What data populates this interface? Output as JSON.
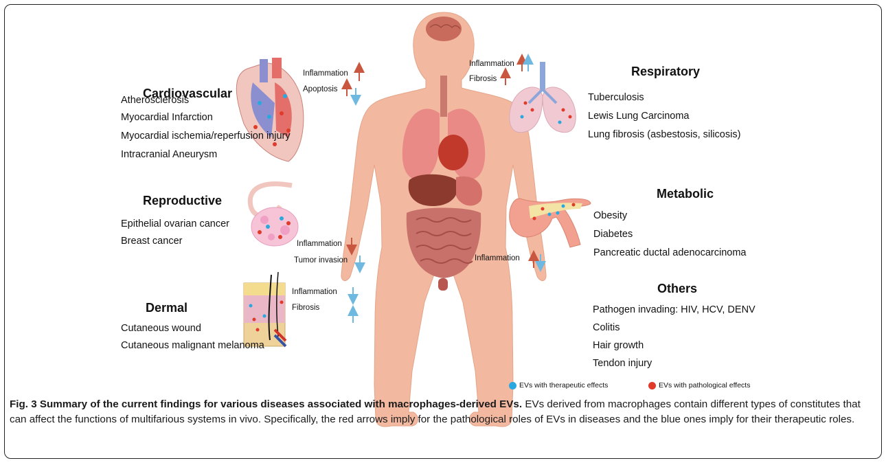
{
  "systems": {
    "cardiovascular": {
      "heading": "Cardiovascular",
      "items": [
        "Atherosclerosis",
        "Myocardial Infarction",
        "Myocardial ischemia/reperfusion injury",
        "Intracranial Aneurysm"
      ],
      "effects": [
        "Inflammation",
        "Apoptosis"
      ]
    },
    "reproductive": {
      "heading": "Reproductive",
      "items": [
        "Epithelial ovarian cancer",
        "Breast cancer"
      ],
      "effects": [
        "Inflammation",
        "Tumor invasion"
      ]
    },
    "dermal": {
      "heading": "Dermal",
      "items": [
        "Cutaneous wound",
        "Cutaneous malignant melanoma"
      ],
      "effects": [
        "Inflammation",
        "Fibrosis"
      ]
    },
    "respiratory": {
      "heading": "Respiratory",
      "items": [
        "Tuberculosis",
        "Lewis Lung Carcinoma",
        "Lung fibrosis (asbestosis, silicosis)"
      ],
      "effects": [
        "Inflammation",
        "Fibrosis"
      ]
    },
    "metabolic": {
      "heading": "Metabolic",
      "items": [
        "Obesity",
        "Diabetes",
        "Pancreatic ductal adenocarcinoma"
      ],
      "effects": [
        "Inflammation"
      ]
    },
    "others": {
      "heading": "Others",
      "items": [
        "Pathogen invading: HIV, HCV, DENV",
        "Colitis",
        "Hair growth",
        "Tendon injury"
      ]
    }
  },
  "legend": {
    "therapeutic": "EVs with therapeutic effects",
    "pathological": "EVs with pathological effects"
  },
  "colors": {
    "therapeutic_blue": "#29a8e0",
    "pathological_red": "#e03a2a",
    "arrow_red": "#c9563f",
    "arrow_blue": "#6fb8df",
    "skin": "#f2b9a0"
  },
  "caption": {
    "bold": "Fig. 3 Summary of the current findings for various diseases associated with macrophages-derived EVs.",
    "text": " EVs derived from macrophages contain different types of constitutes that can affect the functions of multifarious systems in vivo. Specifically, the red arrows imply for the pathological roles of EVs in diseases and the blue ones imply for their therapeutic roles."
  }
}
